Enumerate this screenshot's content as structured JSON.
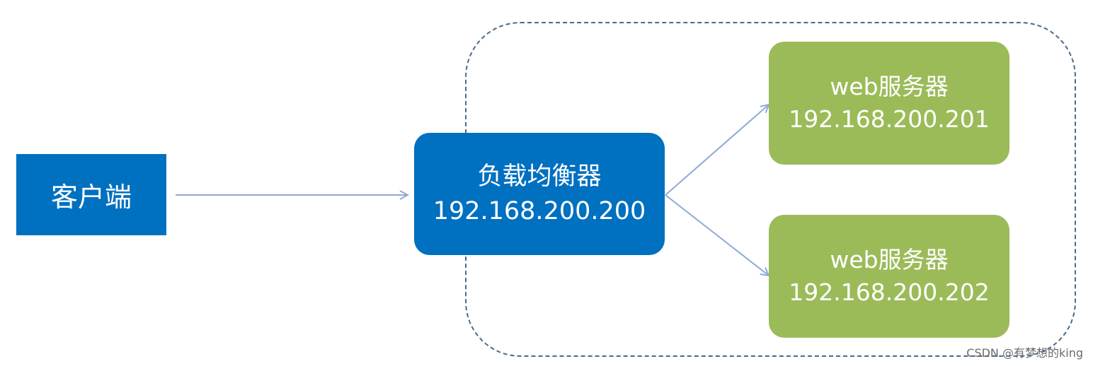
{
  "client": {
    "label": "客户端"
  },
  "load_balancer": {
    "label": "负载均衡器",
    "ip": "192.168.200.200"
  },
  "web_servers": [
    {
      "label": "web服务器",
      "ip": "192.168.200.201"
    },
    {
      "label": "web服务器",
      "ip": "192.168.200.202"
    }
  ],
  "watermark": "CSDN @有梦想的king",
  "colors": {
    "blue_node": "#0070c0",
    "green_node": "#9bbb59",
    "connector": "#8fa9d6",
    "cluster_border": "#4a6a8a"
  }
}
